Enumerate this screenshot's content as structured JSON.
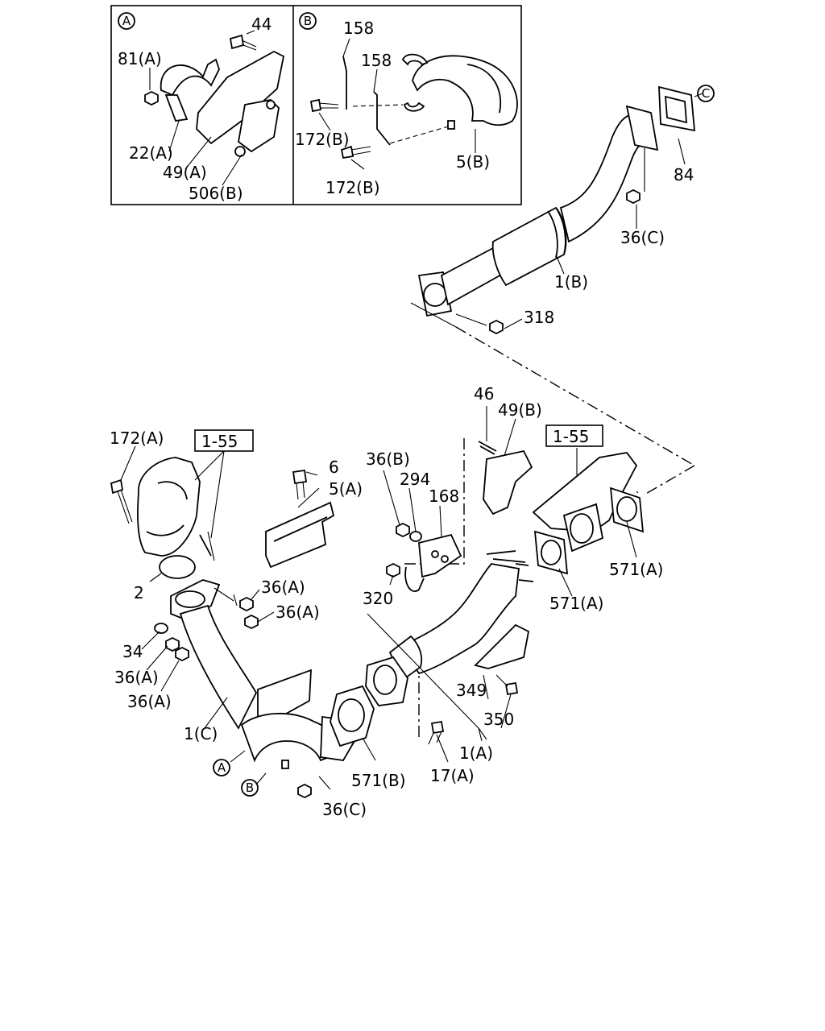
{
  "detail_a": {
    "marker": "A",
    "labels": [
      "44",
      "81(A)",
      "22(A)",
      "49(A)",
      "506(B)"
    ]
  },
  "detail_b": {
    "marker": "B",
    "labels": [
      "158",
      "158",
      "172(B)",
      "172(B)",
      "5(B)"
    ]
  },
  "upper_assembly": {
    "labels": [
      "84",
      "36(C)",
      "1(B)",
      "318"
    ],
    "ref_marker": "C"
  },
  "lower_left_assembly": {
    "labels": [
      "172(A)",
      "1-55",
      "6",
      "5(A)",
      "2",
      "36(A)",
      "36(A)",
      "34",
      "36(A)",
      "36(A)",
      "1(C)",
      "571(B)",
      "36(C)"
    ],
    "markers": [
      "A",
      "B"
    ]
  },
  "lower_right_assembly": {
    "labels": [
      "46",
      "49(B)",
      "1-55",
      "36(B)",
      "294",
      "168",
      "320",
      "571(A)",
      "571(A)",
      "349",
      "350",
      "17(A)",
      "1(A)"
    ]
  }
}
